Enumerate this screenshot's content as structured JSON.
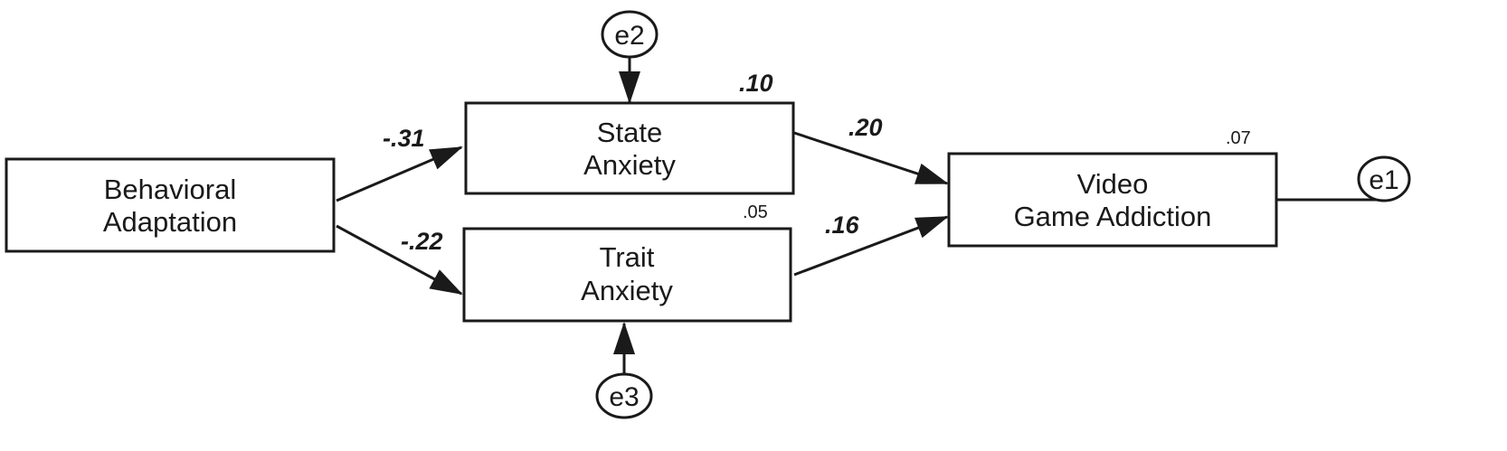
{
  "nodes": {
    "behavioral_adaptation": {
      "line1": "Behavioral",
      "line2": "Adaptation"
    },
    "state_anxiety": {
      "line1": "State",
      "line2": "Anxiety"
    },
    "trait_anxiety": {
      "line1": "Trait",
      "line2": "Anxiety"
    },
    "video_game_addiction": {
      "line1": "Video",
      "line2": "Game Addiction"
    }
  },
  "errors": {
    "e1": "e1",
    "e2": "e2",
    "e3": "e3"
  },
  "paths": {
    "ba_to_state": "-.31",
    "ba_to_trait": "-.22",
    "state_to_vga": ".20",
    "trait_to_vga": ".16"
  },
  "r_squared": {
    "state_anxiety": ".10",
    "trait_anxiety": ".05",
    "video_game_addiction": ".07"
  }
}
